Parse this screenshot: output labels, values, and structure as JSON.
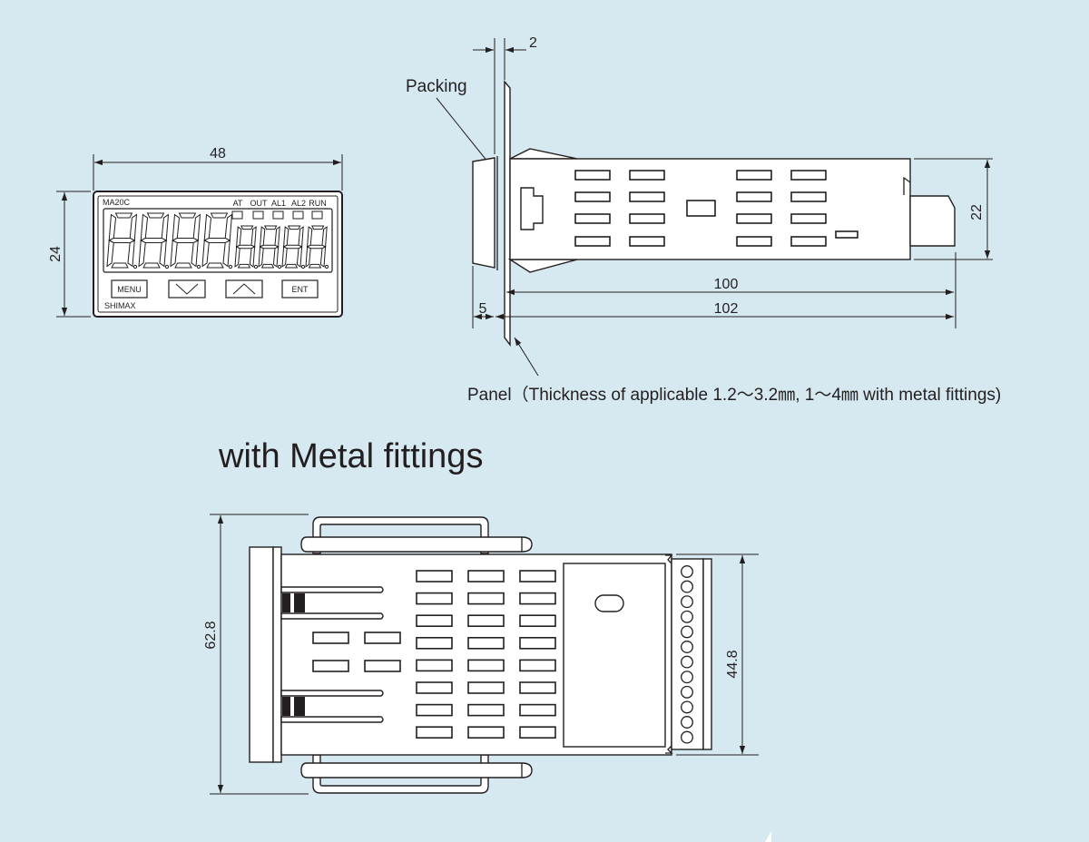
{
  "front_view": {
    "model": "MA20C",
    "brand": "SHIMAX",
    "indicators": [
      "AT",
      "OUT",
      "AL1",
      "AL2",
      "RUN"
    ],
    "buttons": [
      "MENU",
      "down-arrow",
      "up-arrow",
      "ENT"
    ],
    "width_dim": "48",
    "height_dim": "24"
  },
  "side_view": {
    "packing_label": "Packing",
    "panel_gap_dim": "2",
    "height_dim": "22",
    "length_dim_1": "100",
    "length_dim_2": "102",
    "front_depth_dim": "5",
    "panel_note": "Panel（Thickness of applicable 1.2～3.2㎜, 1～4㎜ with metal fittings)"
  },
  "metal_fittings": {
    "section_title": "with Metal fittings",
    "outer_height_dim": "62.8",
    "terminal_height_dim": "44.8",
    "terminal_count": 12
  }
}
